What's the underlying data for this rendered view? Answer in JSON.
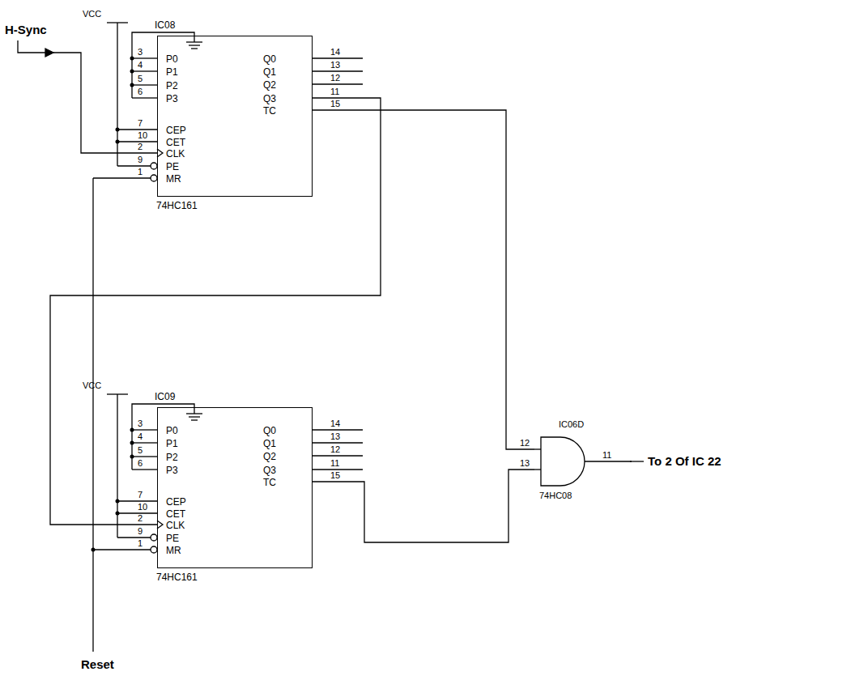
{
  "diagram": {
    "nodes": [
      {
        "text": [
          "IC08",
          "P0",
          "P1",
          "P2",
          "P3",
          "CEP",
          "CET",
          "CLK",
          "PE",
          "MR",
          "Q0",
          "Q1",
          "Q2",
          "Q3",
          "TC",
          "74HC161"
        ]
      },
      {
        "text": [
          "IC09",
          "P0",
          "P1",
          "P2",
          "P3",
          "CEP",
          "CET",
          "CLK",
          "PE",
          "MR",
          "Q0",
          "Q1",
          "Q2",
          "Q3",
          "TC",
          "74HC161"
        ]
      },
      {
        "text": [
          "IC06D",
          "74HC08"
        ]
      }
    ],
    "edges": [
      {
        "from": 0,
        "to": 1,
        "arrow": "none"
      },
      {
        "from": 0,
        "to": 2,
        "arrow": "none"
      },
      {
        "from": 1,
        "to": 2,
        "arrow": "none"
      }
    ],
    "labels": [
      "H-Sync",
      "VCC",
      "3",
      "4",
      "5",
      "6",
      "7",
      "10",
      "2",
      "9",
      "1",
      "14",
      "13",
      "12",
      "11",
      "15",
      "VCC",
      "3",
      "4",
      "5",
      "6",
      "7",
      "10",
      "2",
      "9",
      "1",
      "14",
      "13",
      "12",
      "11",
      "15",
      "12",
      "13",
      "11",
      "To 2 Of IC 22",
      "Reset"
    ]
  }
}
